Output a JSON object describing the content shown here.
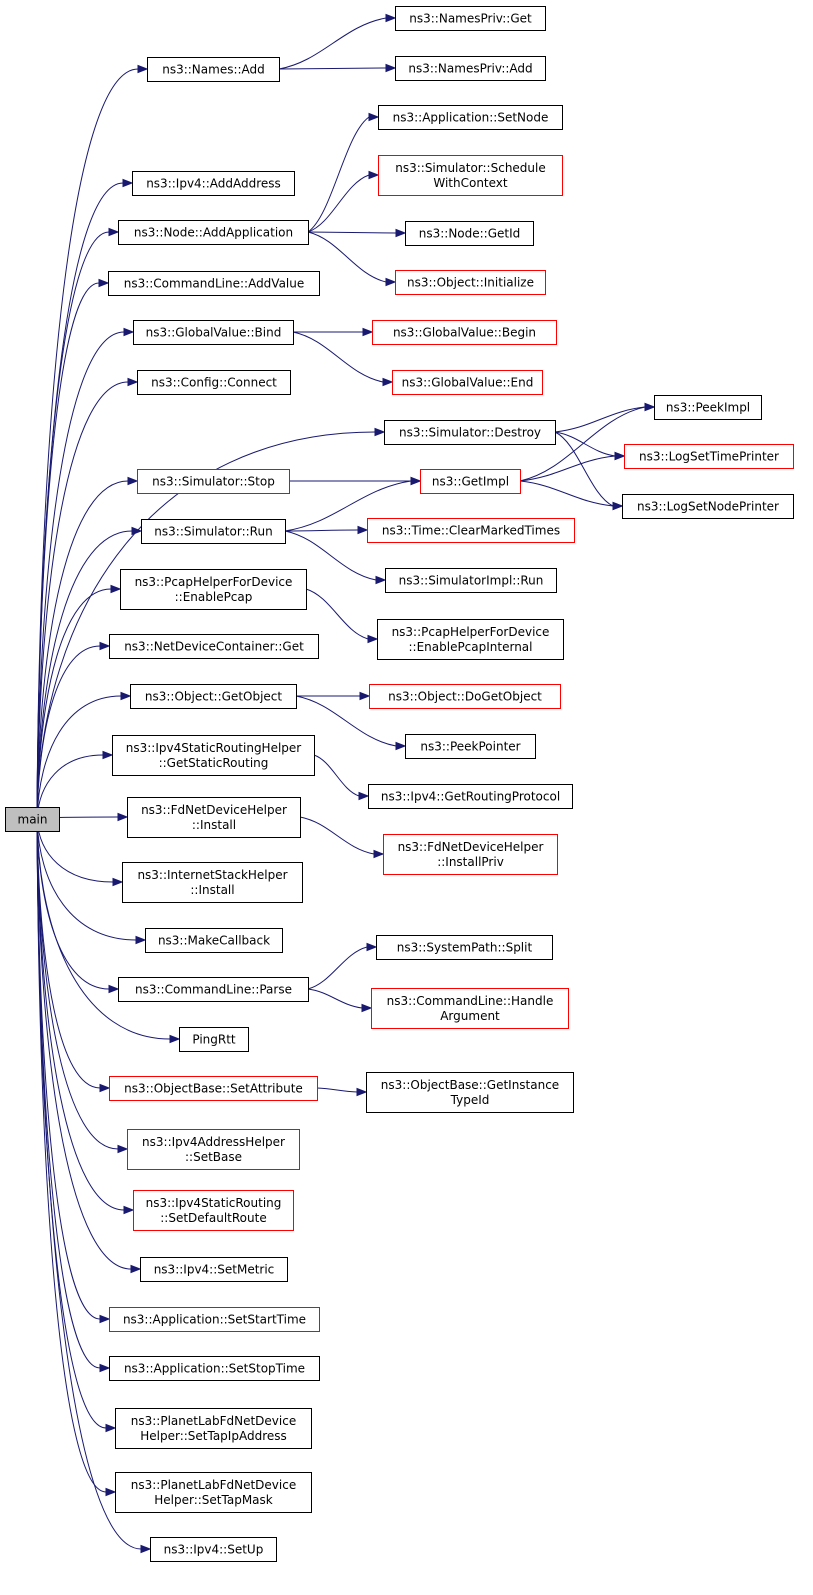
{
  "diagram": {
    "colors": {
      "edge": "#191970",
      "root_fill": "#bfbfbf",
      "node_border": "#000000",
      "truncated_border": "#ff0000",
      "background": "#ffffff"
    },
    "nodes": [
      {
        "id": "main",
        "lines": [
          "main"
        ],
        "root": true
      },
      {
        "id": "names_add",
        "lines": [
          "ns3::Names::Add"
        ]
      },
      {
        "id": "namespriv_get",
        "lines": [
          "ns3::NamesPriv::Get"
        ]
      },
      {
        "id": "namespriv_add",
        "lines": [
          "ns3::NamesPriv::Add"
        ]
      },
      {
        "id": "app_setnode",
        "lines": [
          "ns3::Application::SetNode"
        ]
      },
      {
        "id": "sim_schedwc",
        "lines": [
          "ns3::Simulator::Schedule",
          "WithContext"
        ],
        "truncated": true
      },
      {
        "id": "ipv4_addaddr",
        "lines": [
          "ns3::Ipv4::AddAddress"
        ]
      },
      {
        "id": "node_addapp",
        "lines": [
          "ns3::Node::AddApplication"
        ]
      },
      {
        "id": "node_getid",
        "lines": [
          "ns3::Node::GetId"
        ]
      },
      {
        "id": "obj_init",
        "lines": [
          "ns3::Object::Initialize"
        ],
        "truncated": true
      },
      {
        "id": "cl_addvalue",
        "lines": [
          "ns3::CommandLine::AddValue"
        ]
      },
      {
        "id": "gv_bind",
        "lines": [
          "ns3::GlobalValue::Bind"
        ]
      },
      {
        "id": "gv_begin",
        "lines": [
          "ns3::GlobalValue::Begin"
        ],
        "truncated": true
      },
      {
        "id": "gv_end",
        "lines": [
          "ns3::GlobalValue::End"
        ],
        "truncated": true
      },
      {
        "id": "cfg_connect",
        "lines": [
          "ns3::Config::Connect"
        ]
      },
      {
        "id": "peekimpl",
        "lines": [
          "ns3::PeekImpl"
        ]
      },
      {
        "id": "sim_destroy",
        "lines": [
          "ns3::Simulator::Destroy"
        ]
      },
      {
        "id": "logsettime",
        "lines": [
          "ns3::LogSetTimePrinter"
        ],
        "truncated": true
      },
      {
        "id": "sim_stop",
        "lines": [
          "ns3::Simulator::Stop"
        ],
        "truncated": true
      },
      {
        "id": "getimpl",
        "lines": [
          "ns3::GetImpl"
        ],
        "truncated": true
      },
      {
        "id": "logsetnode",
        "lines": [
          "ns3::LogSetNodePrinter"
        ]
      },
      {
        "id": "sim_run",
        "lines": [
          "ns3::Simulator::Run"
        ]
      },
      {
        "id": "time_cmt",
        "lines": [
          "ns3::Time::ClearMarkedTimes"
        ],
        "truncated": true
      },
      {
        "id": "simimpl_run",
        "lines": [
          "ns3::SimulatorImpl::Run"
        ]
      },
      {
        "id": "pcap_enable",
        "lines": [
          "ns3::PcapHelperForDevice",
          "::EnablePcap"
        ]
      },
      {
        "id": "pcap_enableint",
        "lines": [
          "ns3::PcapHelperForDevice",
          "::EnablePcapInternal"
        ]
      },
      {
        "id": "ndc_get",
        "lines": [
          "ns3::NetDeviceContainer::Get"
        ]
      },
      {
        "id": "obj_getobject",
        "lines": [
          "ns3::Object::GetObject"
        ]
      },
      {
        "id": "obj_dogetobject",
        "lines": [
          "ns3::Object::DoGetObject"
        ],
        "truncated": true
      },
      {
        "id": "peekpointer",
        "lines": [
          "ns3::PeekPointer"
        ]
      },
      {
        "id": "ipv4srh_gsr",
        "lines": [
          "ns3::Ipv4StaticRoutingHelper",
          "::GetStaticRouting"
        ]
      },
      {
        "id": "ipv4_grp",
        "lines": [
          "ns3::Ipv4::GetRoutingProtocol"
        ]
      },
      {
        "id": "fdndh_install",
        "lines": [
          "ns3::FdNetDeviceHelper",
          "::Install"
        ]
      },
      {
        "id": "fdndh_installpriv",
        "lines": [
          "ns3::FdNetDeviceHelper",
          "::InstallPriv"
        ],
        "truncated": true
      },
      {
        "id": "ish_install",
        "lines": [
          "ns3::InternetStackHelper",
          "::Install"
        ]
      },
      {
        "id": "makecallback",
        "lines": [
          "ns3::MakeCallback"
        ]
      },
      {
        "id": "sp_split",
        "lines": [
          "ns3::SystemPath::Split"
        ]
      },
      {
        "id": "cl_parse",
        "lines": [
          "ns3::CommandLine::Parse"
        ]
      },
      {
        "id": "cl_handlearg",
        "lines": [
          "ns3::CommandLine::Handle",
          "Argument"
        ],
        "truncated": true
      },
      {
        "id": "pingrtt",
        "lines": [
          "PingRtt"
        ]
      },
      {
        "id": "ob_setattr",
        "lines": [
          "ns3::ObjectBase::SetAttribute"
        ],
        "truncated": true
      },
      {
        "id": "ob_getinsttid",
        "lines": [
          "ns3::ObjectBase::GetInstance",
          "TypeId"
        ]
      },
      {
        "id": "ipv4ah_setbase",
        "lines": [
          "ns3::Ipv4AddressHelper",
          "::SetBase"
        ],
        "truncated": true
      },
      {
        "id": "ipv4sr_sdr",
        "lines": [
          "ns3::Ipv4StaticRouting",
          "::SetDefaultRoute"
        ],
        "truncated": true
      },
      {
        "id": "ipv4_setmetric",
        "lines": [
          "ns3::Ipv4::SetMetric"
        ]
      },
      {
        "id": "app_setstart",
        "lines": [
          "ns3::Application::SetStartTime"
        ],
        "truncated": true
      },
      {
        "id": "app_setstop",
        "lines": [
          "ns3::Application::SetStopTime"
        ]
      },
      {
        "id": "plfd_settapip",
        "lines": [
          "ns3::PlanetLabFdNetDevice",
          "Helper::SetTapIpAddress"
        ]
      },
      {
        "id": "plfd_settapmask",
        "lines": [
          "ns3::PlanetLabFdNetDevice",
          "Helper::SetTapMask"
        ]
      },
      {
        "id": "ipv4_setup",
        "lines": [
          "ns3::Ipv4::SetUp"
        ]
      }
    ],
    "edges": [
      [
        "main",
        "names_add"
      ],
      [
        "main",
        "ipv4_addaddr"
      ],
      [
        "main",
        "node_addapp"
      ],
      [
        "main",
        "cl_addvalue"
      ],
      [
        "main",
        "gv_bind"
      ],
      [
        "main",
        "cfg_connect"
      ],
      [
        "main",
        "sim_destroy"
      ],
      [
        "main",
        "sim_stop"
      ],
      [
        "main",
        "sim_run"
      ],
      [
        "main",
        "pcap_enable"
      ],
      [
        "main",
        "ndc_get"
      ],
      [
        "main",
        "obj_getobject"
      ],
      [
        "main",
        "ipv4srh_gsr"
      ],
      [
        "main",
        "fdndh_install"
      ],
      [
        "main",
        "ish_install"
      ],
      [
        "main",
        "makecallback"
      ],
      [
        "main",
        "cl_parse"
      ],
      [
        "main",
        "pingrtt"
      ],
      [
        "main",
        "ob_setattr"
      ],
      [
        "main",
        "ipv4ah_setbase"
      ],
      [
        "main",
        "ipv4sr_sdr"
      ],
      [
        "main",
        "ipv4_setmetric"
      ],
      [
        "main",
        "app_setstart"
      ],
      [
        "main",
        "app_setstop"
      ],
      [
        "main",
        "plfd_settapip"
      ],
      [
        "main",
        "plfd_settapmask"
      ],
      [
        "main",
        "ipv4_setup"
      ],
      [
        "names_add",
        "namespriv_get"
      ],
      [
        "names_add",
        "namespriv_add"
      ],
      [
        "node_addapp",
        "app_setnode"
      ],
      [
        "node_addapp",
        "sim_schedwc"
      ],
      [
        "node_addapp",
        "node_getid"
      ],
      [
        "node_addapp",
        "obj_init"
      ],
      [
        "gv_bind",
        "gv_begin"
      ],
      [
        "gv_bind",
        "gv_end"
      ],
      [
        "sim_destroy",
        "peekimpl"
      ],
      [
        "sim_destroy",
        "logsettime"
      ],
      [
        "sim_destroy",
        "logsetnode"
      ],
      [
        "sim_stop",
        "getimpl"
      ],
      [
        "getimpl",
        "peekimpl"
      ],
      [
        "getimpl",
        "logsettime"
      ],
      [
        "getimpl",
        "logsetnode"
      ],
      [
        "sim_run",
        "getimpl"
      ],
      [
        "sim_run",
        "time_cmt"
      ],
      [
        "sim_run",
        "simimpl_run"
      ],
      [
        "pcap_enable",
        "pcap_enableint"
      ],
      [
        "obj_getobject",
        "obj_dogetobject"
      ],
      [
        "obj_getobject",
        "peekpointer"
      ],
      [
        "ipv4srh_gsr",
        "ipv4_grp"
      ],
      [
        "fdndh_install",
        "fdndh_installpriv"
      ],
      [
        "cl_parse",
        "sp_split"
      ],
      [
        "cl_parse",
        "cl_handlearg"
      ],
      [
        "ob_setattr",
        "ob_getinsttid"
      ]
    ]
  }
}
